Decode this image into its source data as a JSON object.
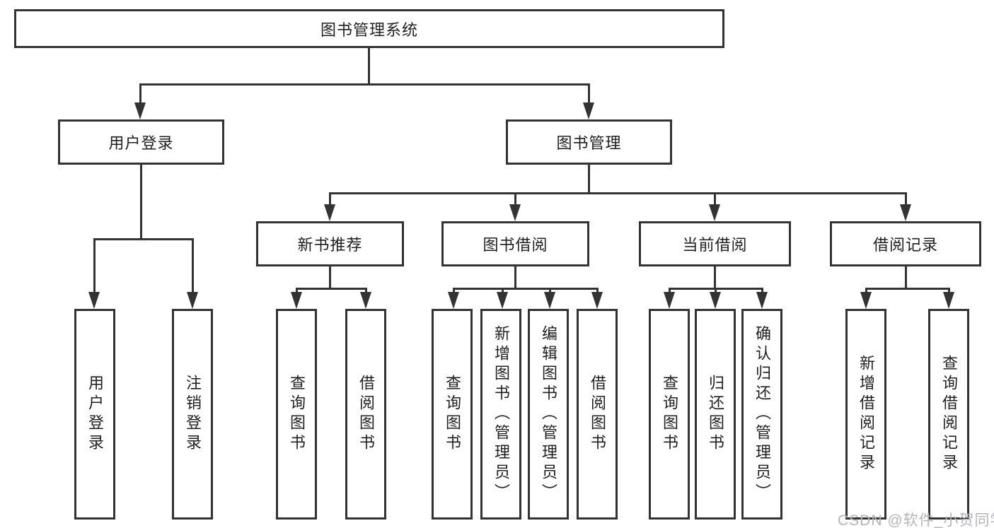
{
  "diagram": {
    "type": "hierarchy-tree",
    "watermark": "CSDN @软件_小贺同学",
    "colors": {
      "line": "#333333",
      "border": "#333333",
      "text": "#1f1f1f",
      "box_background": "#ffffff",
      "page_background": "#ffffff",
      "watermark": "#b4b4ba"
    },
    "tree": {
      "root": {
        "label": "图书管理系统"
      },
      "branches": [
        {
          "label": "用户登录",
          "children": [
            {
              "label": "用户登录"
            },
            {
              "label": "注销登录"
            }
          ]
        },
        {
          "label": "图书管理",
          "groups": [
            {
              "label": "新书推荐",
              "children": [
                {
                  "label": "查询图书"
                },
                {
                  "label": "借阅图书"
                }
              ]
            },
            {
              "label": "图书借阅",
              "children": [
                {
                  "label": "查询图书"
                },
                {
                  "label": "新增图书（管理员）"
                },
                {
                  "label": "编辑图书（管理员）"
                },
                {
                  "label": "借阅图书"
                }
              ]
            },
            {
              "label": "当前借阅",
              "children": [
                {
                  "label": "查询图书"
                },
                {
                  "label": "归还图书"
                },
                {
                  "label": "确认归还（管理员）"
                }
              ]
            },
            {
              "label": "借阅记录",
              "children": [
                {
                  "label": "新增借阅记录"
                },
                {
                  "label": "查询借阅记录"
                }
              ]
            }
          ]
        }
      ]
    }
  }
}
